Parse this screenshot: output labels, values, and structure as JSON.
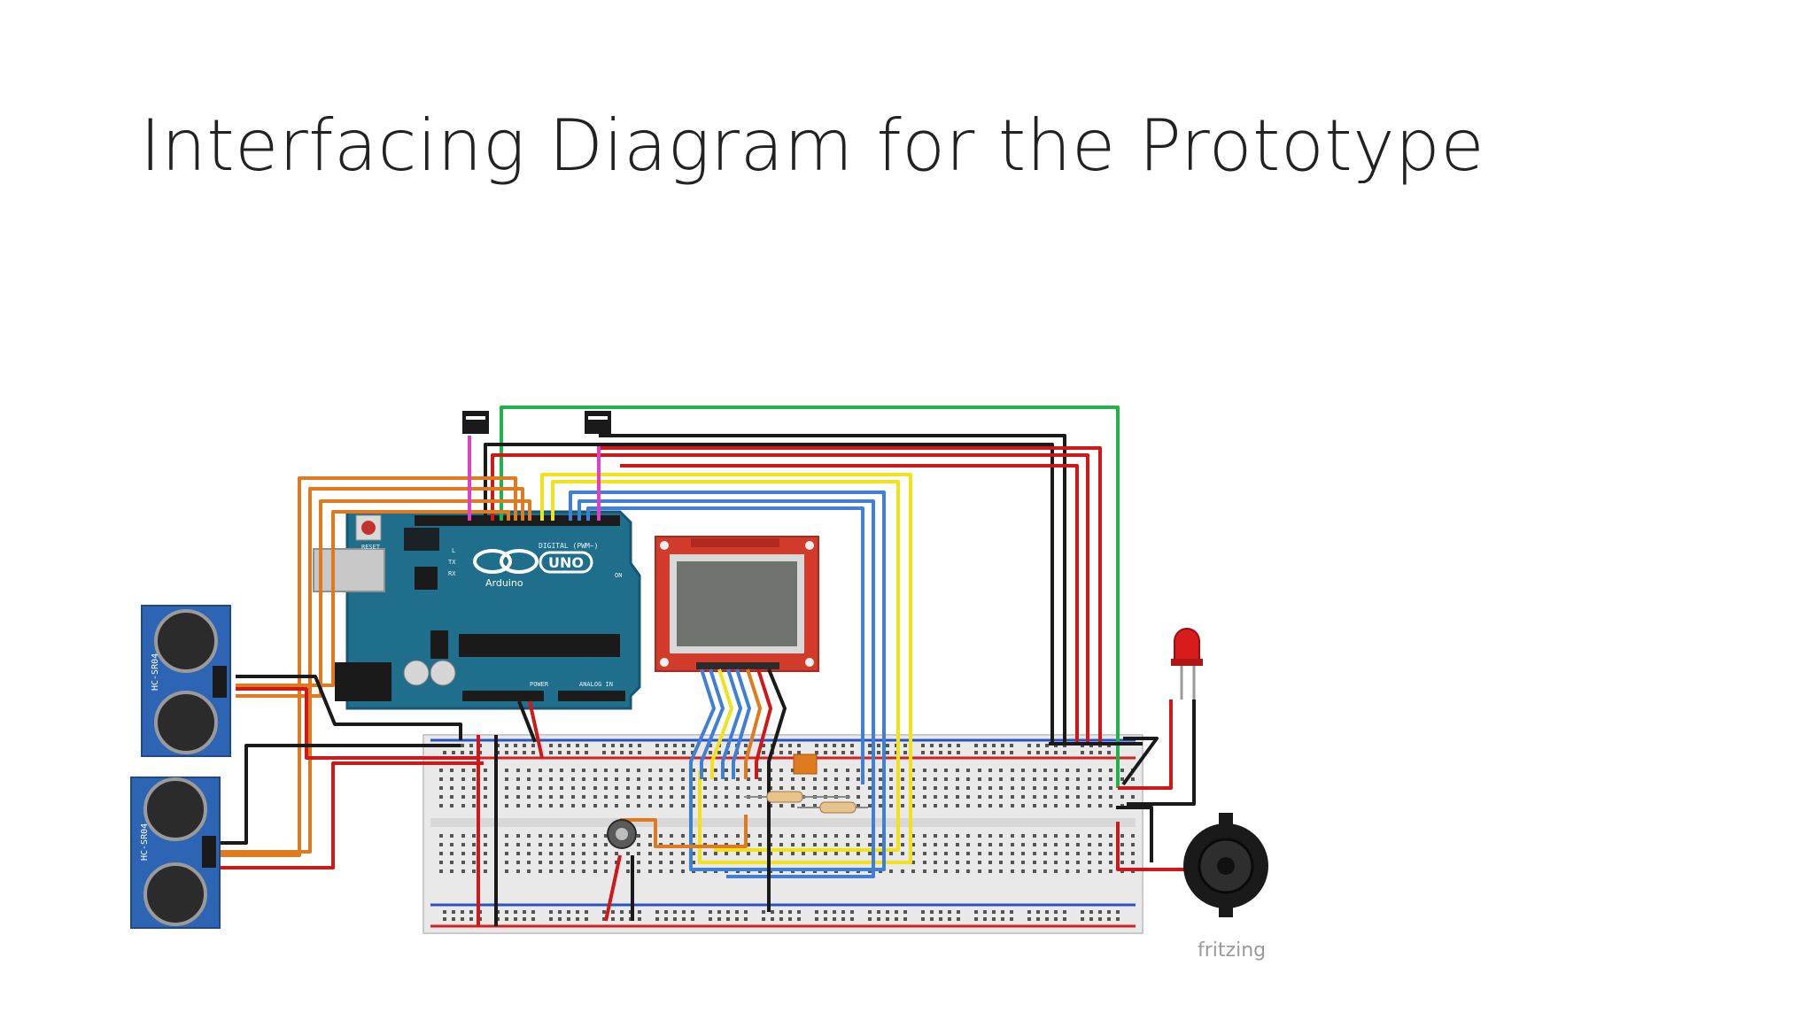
{
  "slide": {
    "title": "Interfacing Diagram for the Prototype"
  },
  "diagram": {
    "watermark": "fritzing",
    "arduino": {
      "logo": "UNO",
      "brand": "Arduino",
      "label_digital": "DIGITAL (PWM~)",
      "label_power": "POWER",
      "label_analog": "ANALOG IN",
      "label_reset": "RESET",
      "label_tx": "TX",
      "label_rx": "RX",
      "label_on": "ON",
      "label_l": "L"
    },
    "sensors": {
      "label": "HC-SR04"
    },
    "colors": {
      "arduino_board": "#1f6e8c",
      "breadboard": "#e8e8e8",
      "lcd_pcb": "#d23a2a",
      "lcd_screen": "#6f756e",
      "wire_green": "#22b24c",
      "wire_black": "#1a1a1a",
      "wire_red": "#d01818",
      "wire_yellow": "#f2e21b",
      "wire_blue": "#3f7fd6",
      "wire_orange": "#e07a1f",
      "wire_magenta": "#e040c8",
      "sensor_pcb": "#2d64b4"
    }
  }
}
